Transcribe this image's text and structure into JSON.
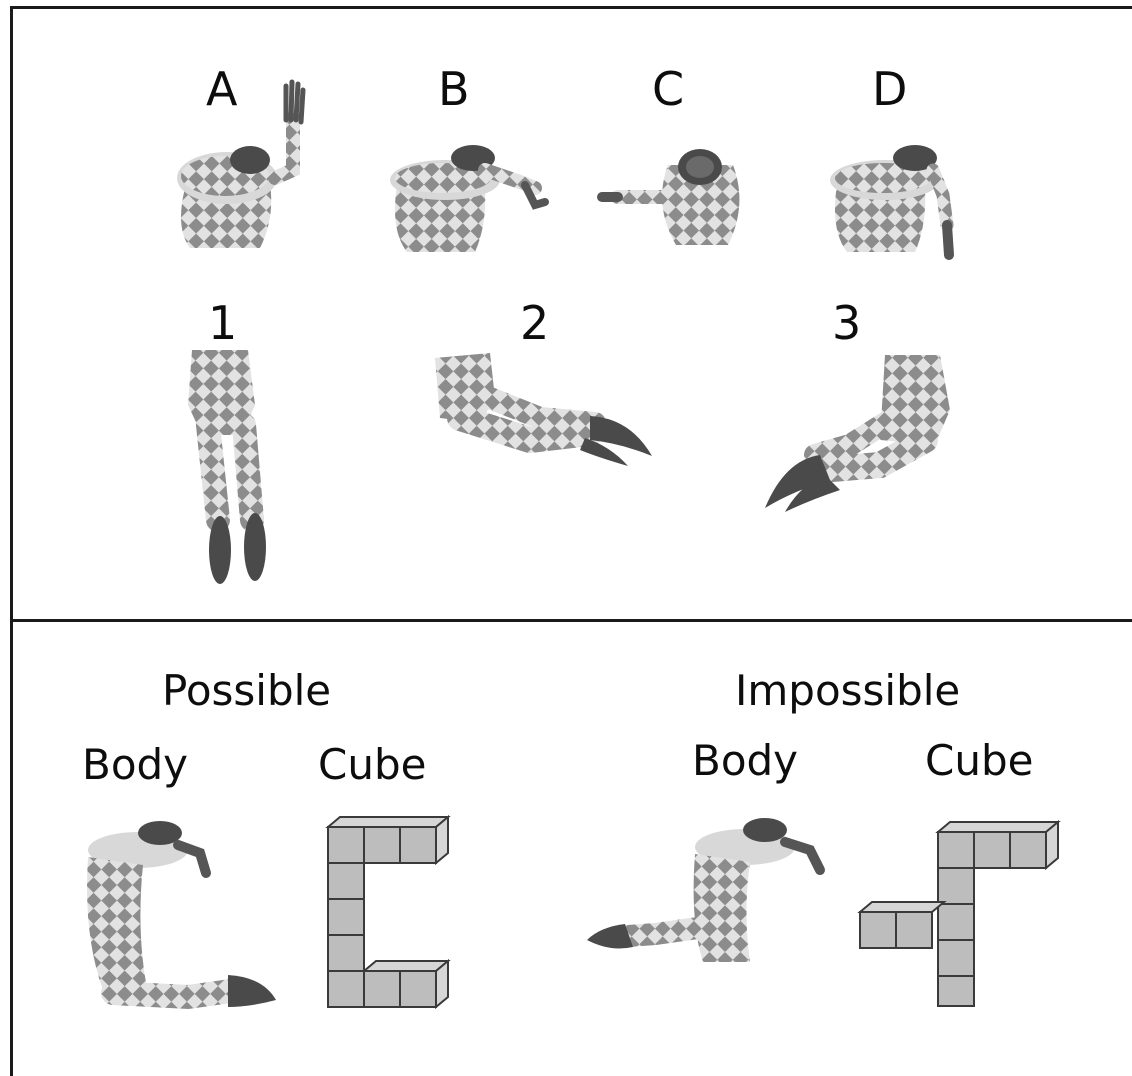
{
  "top_panel": {
    "upper_body_labels": [
      "A",
      "B",
      "C",
      "D"
    ],
    "lower_body_labels": [
      "1",
      "2",
      "3"
    ]
  },
  "bottom_panel": {
    "possible": {
      "title": "Possible",
      "body_label": "Body",
      "cube_label": "Cube"
    },
    "impossible": {
      "title": "Impossible",
      "body_label": "Body",
      "cube_label": "Cube"
    }
  },
  "colors": {
    "skin": "#c9c9c9",
    "dark": "#4a4a4a",
    "cube_fill": "#bdbdbd",
    "cube_stroke": "#3a3a3a",
    "border": "#1a1a1a"
  }
}
